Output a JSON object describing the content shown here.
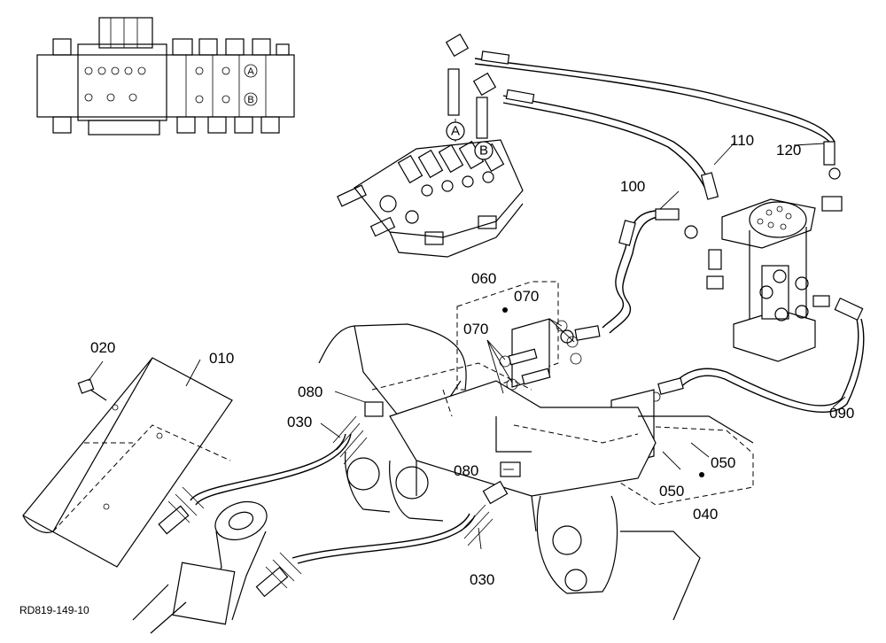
{
  "labels": {
    "p010": "010",
    "p020": "020",
    "p030a": "030",
    "p030b": "030",
    "p040": "040",
    "p050a": "050",
    "p050b": "050",
    "p060": "060",
    "p070a": "070",
    "p070b": "070",
    "p080a": "080",
    "p080b": "080",
    "p090": "090",
    "p100": "100",
    "p110": "110",
    "p120": "120"
  },
  "ports": {
    "a": "A",
    "b": "B",
    "inset_a": "A",
    "inset_b": "B"
  },
  "reference_code": "RD819-149-10"
}
